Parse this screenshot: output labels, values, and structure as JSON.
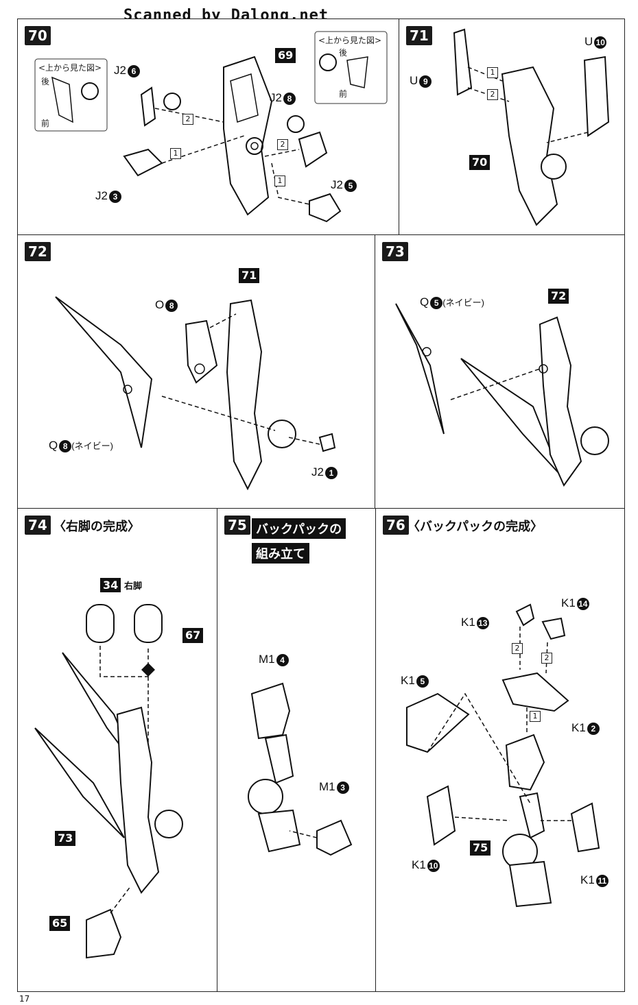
{
  "header": {
    "watermark": "Scanned by Dalong.net"
  },
  "page_number": "17",
  "steps": {
    "s70": {
      "num": "70",
      "callouts": {
        "part69": "69",
        "j2_6_label": "J2",
        "j2_6_num": "6",
        "j2_8_label": "J2",
        "j2_8_num": "8",
        "j2_3_label": "J2",
        "j2_3_num": "3",
        "j2_5_label": "J2",
        "j2_5_num": "5"
      },
      "top_view_label": "<上から見た図>",
      "back_label": "後",
      "front_label": "前",
      "order": [
        "1",
        "2"
      ]
    },
    "s71": {
      "num": "71",
      "callouts": {
        "u10_label": "U",
        "u10_num": "10",
        "u9_label": "U",
        "u9_num": "9",
        "part70": "70"
      },
      "order": [
        "1",
        "2"
      ]
    },
    "s72": {
      "num": "72",
      "callouts": {
        "part71": "71",
        "o8_label": "O",
        "o8_num": "8",
        "q8_label": "Q",
        "q8_num": "8",
        "q8_note": "(ネイビー)",
        "j2_1_label": "J2",
        "j2_1_num": "1"
      }
    },
    "s73": {
      "num": "73",
      "callouts": {
        "q5_label": "Q",
        "q5_num": "5",
        "q5_note": "(ネイビー)",
        "part72": "72"
      }
    },
    "s74": {
      "num": "74",
      "title": "〈右脚の完成〉",
      "callouts": {
        "part34": "34",
        "right_leg": "右脚",
        "part67": "67",
        "part73": "73",
        "part65": "65"
      }
    },
    "s75": {
      "num": "75",
      "title_line1": "バックパックの",
      "title_line2": "組み立て",
      "callouts": {
        "m14_label": "M1",
        "m14_num": "4",
        "m13_label": "M1",
        "m13_num": "3"
      }
    },
    "s76": {
      "num": "76",
      "title": "〈バックパックの完成〉",
      "callouts": {
        "k113_label": "K1",
        "k113_num": "13",
        "k114_label": "K1",
        "k114_num": "14",
        "k15_label": "K1",
        "k15_num": "5",
        "k12_label": "K1",
        "k12_num": "2",
        "part75": "75",
        "k110_label": "K1",
        "k110_num": "10",
        "k111_label": "K1",
        "k111_num": "11"
      },
      "order": [
        "1",
        "2"
      ]
    }
  }
}
